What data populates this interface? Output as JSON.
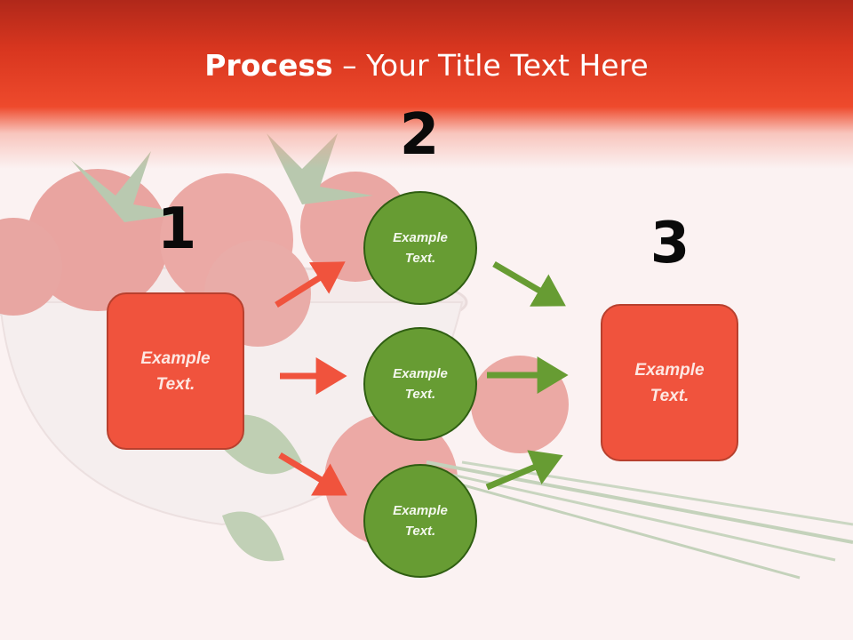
{
  "title": {
    "bold": "Process",
    "rest": " – Your Title Text Here"
  },
  "steps": [
    {
      "number": "1",
      "box_text": "Example\nText."
    },
    {
      "number": "2",
      "circles": [
        "Example\nText.",
        "Example\nText.",
        "Example\nText."
      ]
    },
    {
      "number": "3",
      "box_text": "Example\nText."
    }
  ],
  "colors": {
    "header": "#e23f24",
    "box_fill": "#f0533d",
    "circle_fill": "#679c33",
    "arrow_red": "#f0533d",
    "arrow_green": "#679c33"
  }
}
